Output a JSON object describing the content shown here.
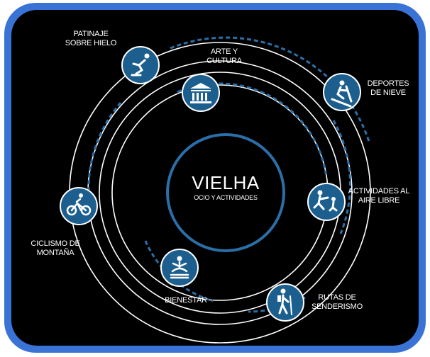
{
  "center": {
    "title": "VIELHA",
    "subtitle": "OCIO Y ACTIVIDADES"
  },
  "activities": [
    {
      "id": "patinaje",
      "line1": "PATINAJE",
      "line2": "SOBRE HIELO",
      "icon": "ice-skating-icon"
    },
    {
      "id": "arte",
      "line1": "ARTE Y",
      "line2": "CULTURA",
      "icon": "museum-icon"
    },
    {
      "id": "deportes",
      "line1": "DEPORTES",
      "line2": "DE NIEVE",
      "icon": "skiing-icon"
    },
    {
      "id": "actividades",
      "line1": "ACTIVIDADES AL",
      "line2": "AIRE LIBRE",
      "icon": "outdoor-activities-icon"
    },
    {
      "id": "rutas",
      "line1": "RUTAS DE",
      "line2": "SENDERISMO",
      "icon": "hiking-icon"
    },
    {
      "id": "bienestar",
      "line1": "BIENESTAR",
      "line2": "",
      "icon": "wellness-icon"
    },
    {
      "id": "ciclismo",
      "line1": "CICLISMO DE",
      "line2": "MONTAÑA",
      "icon": "mountain-bike-icon"
    }
  ],
  "colors": {
    "background": "#000000",
    "border": "#3a73d6",
    "node": "#1c5f8e",
    "ring": "#ffffff",
    "accent": "#2a6fa8"
  }
}
